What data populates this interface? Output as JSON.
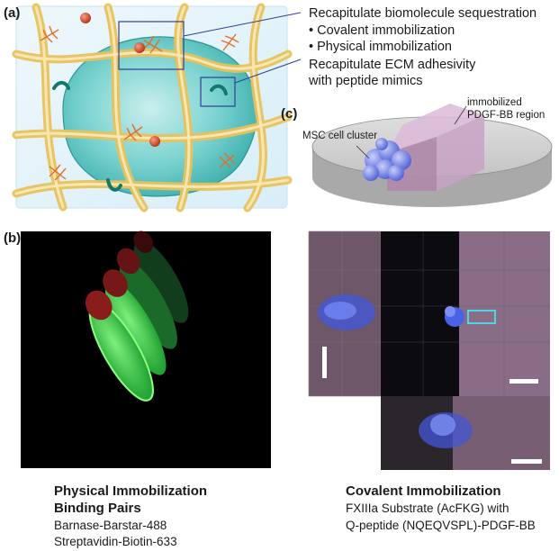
{
  "panel_a": {
    "letter": "(a)",
    "callout_sequestration": "Recapitulate biomolecule sequestration",
    "bullet_covalent": "• Covalent immobilization",
    "bullet_physical": "• Physical immobilization",
    "callout_adhesivity_line1": "Recapitulate ECM adhesivity",
    "callout_adhesivity_line2": "with peptide mimics"
  },
  "panel_c": {
    "letter": "(c)",
    "label_pdgf_line1": "immobilized",
    "label_pdgf_line2": "PDGF-BB region",
    "label_msc": "MSC cell cluster"
  },
  "panel_b": {
    "letter": "(b)",
    "left_title_line1": "Physical Immobilization",
    "left_title_line2": "Binding Pairs",
    "left_item1": "Barnase-Barstar-488",
    "left_item2": "Streptavidin-Biotin-633",
    "right_title": "Covalent Immobilization",
    "right_line1": "FXIIIa Substrate (AcFKG) with",
    "right_line2": "Q-peptide (NQEQVSPL)-PDGF-BB"
  },
  "colors": {
    "fiber": "#f3d07a",
    "hydrogel": "#2fb3b0",
    "ligand": "#e0702a",
    "sphere": "#d4502a",
    "callout_box": "#2f3f93",
    "green_disc": "#2fd04a",
    "red_cap": "#7a1616",
    "pink_region": "#b892b2",
    "blue_cells": "#3a55e0",
    "cyan_box": "#4fd6e6"
  }
}
